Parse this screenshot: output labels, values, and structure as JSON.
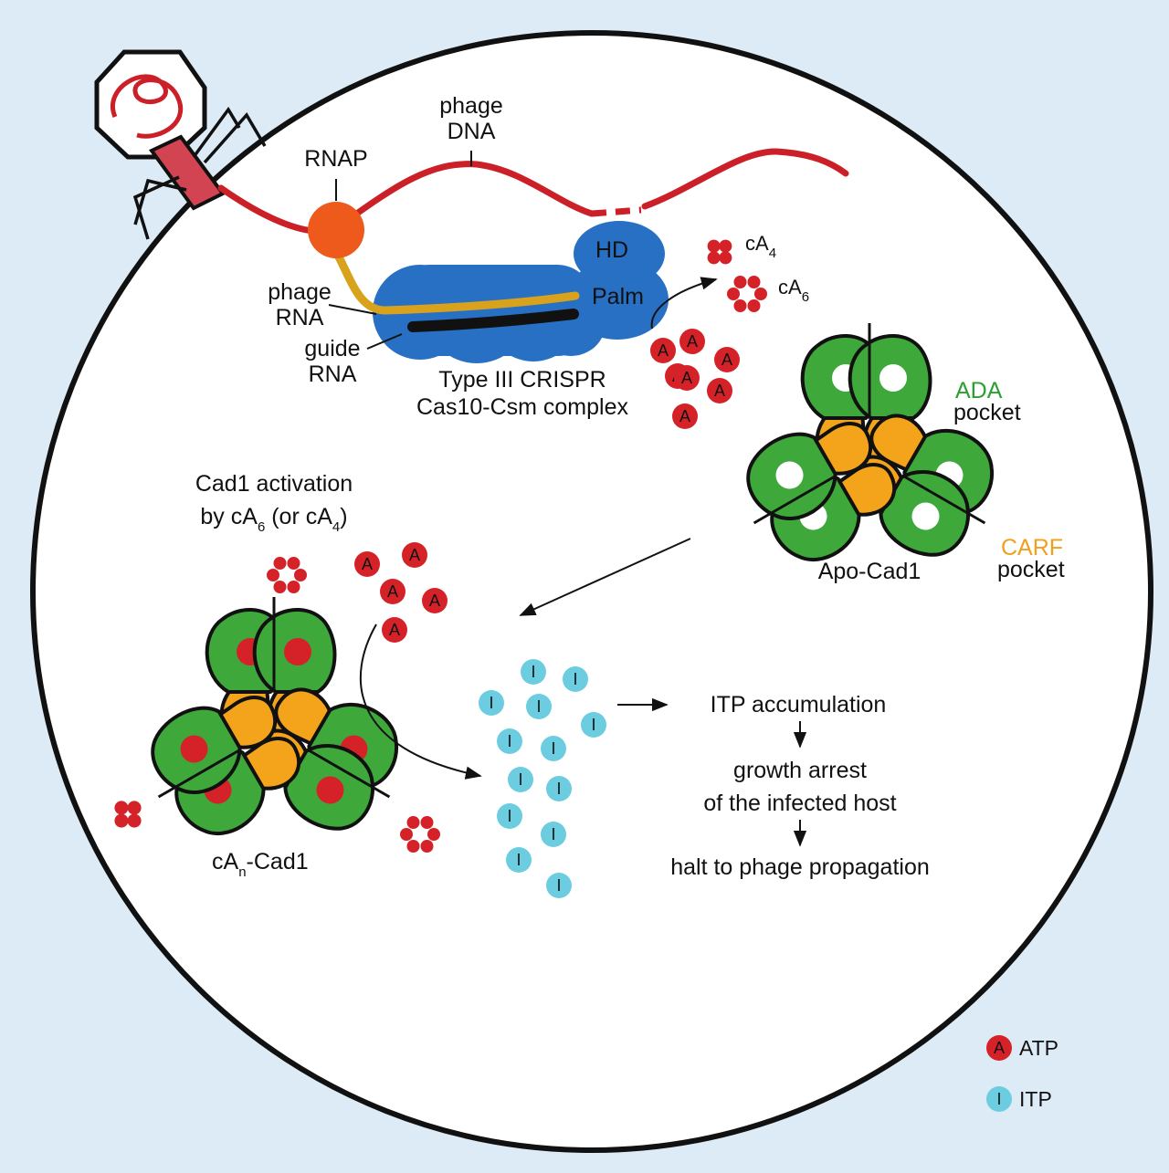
{
  "labels": {
    "phage_dna_1": "phage",
    "phage_dna_2": "DNA",
    "rnap": "RNAP",
    "phage_rna_1": "phage",
    "phage_rna_2": "RNA",
    "guide_rna_1": "guide",
    "guide_rna_2": "RNA",
    "hd": "HD",
    "palm": "Palm",
    "complex_1": "Type III CRISPR",
    "complex_2": "Cas10-Csm complex",
    "ca4_base": "cA",
    "ca4_sub": "4",
    "ca6_base": "cA",
    "ca6_sub": "6",
    "ada_1": "ADA",
    "ada_2": "pocket",
    "carf_1": "CARF",
    "carf_2": "pocket",
    "apo": "Apo-Cad1",
    "activation_1": "Cad1 activation",
    "activation_2a": "by cA",
    "activation_2sub": "6",
    "activation_2b": " (or cA",
    "activation_2sub2": "4",
    "activation_2c": ")",
    "can_base": "cA",
    "can_sub": "n",
    "can_rest": "-Cad1",
    "step1": "ITP accumulation",
    "step2_1": "growth arrest",
    "step2_2": "of the infected host",
    "step3": "halt to phage propagation",
    "atp_letter": "A",
    "itp_letter": "I"
  },
  "legend": {
    "atp_letter": "A",
    "atp_label": "ATP",
    "itp_letter": "I",
    "itp_label": "ITP"
  },
  "colors": {
    "background": "#dcebf5",
    "phage_dna": "#cc2028",
    "rnap": "#ee5a1c",
    "phage_rna": "#d8a21c",
    "guide_rna": "#111111",
    "cas10_complex": "#2870c4",
    "atp": "#d42228",
    "itp": "#6ccde0",
    "cad1_green": "#3ea83a",
    "cad1_orange": "#f4a41a",
    "ada_text": "#2aa030",
    "carf_text": "#f0a01c"
  }
}
